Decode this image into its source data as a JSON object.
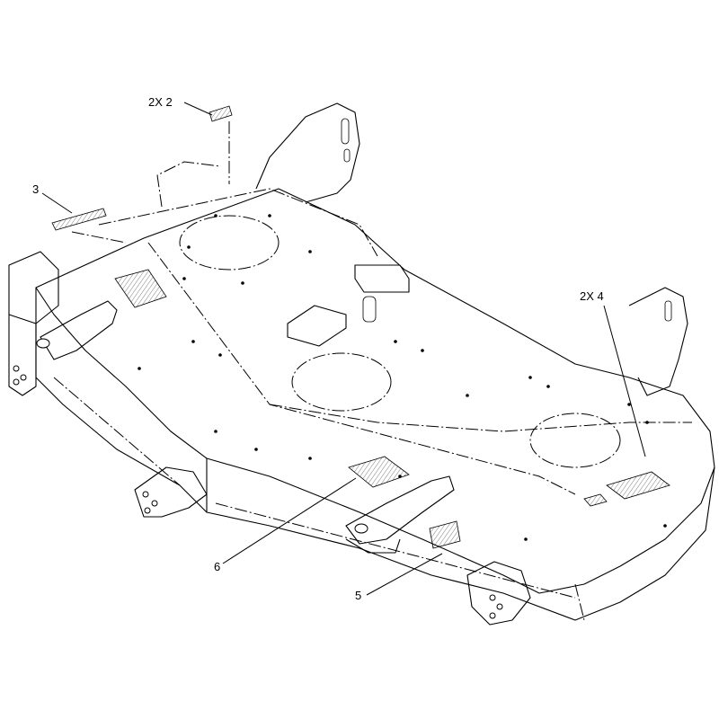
{
  "callouts": [
    {
      "id": "c2",
      "label": "2X 2",
      "name": "decal-2"
    },
    {
      "id": "c3",
      "label": "3",
      "name": "decal-3"
    },
    {
      "id": "c4",
      "label": "2X 4",
      "name": "decal-4"
    },
    {
      "id": "c5",
      "label": "5",
      "name": "decal-5"
    },
    {
      "id": "c6",
      "label": "6",
      "name": "decal-6"
    }
  ]
}
